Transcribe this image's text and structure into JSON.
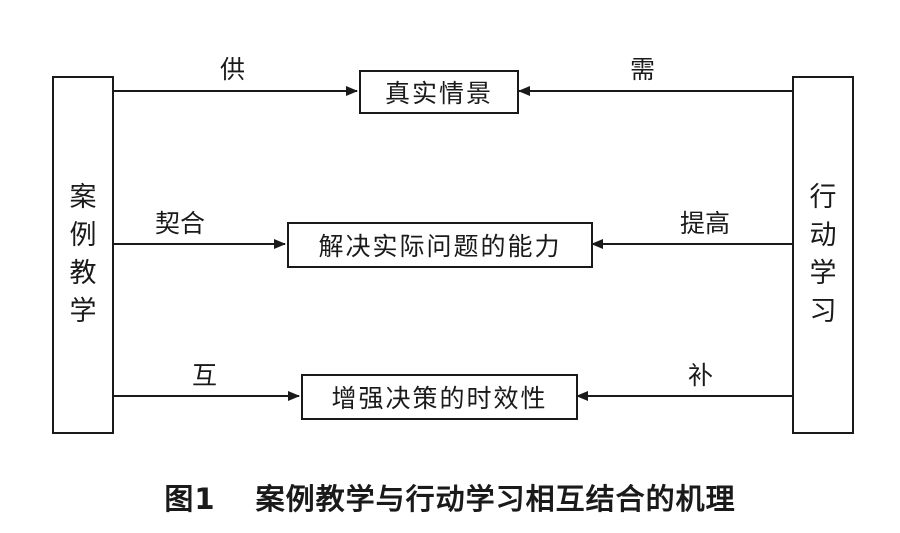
{
  "diagram": {
    "left_box": {
      "label": "案例教学"
    },
    "right_box": {
      "label": "行动学习"
    },
    "center_boxes": [
      {
        "label": "真实情景",
        "left_edge_label": "供",
        "right_edge_label": "需"
      },
      {
        "label": "解决实际问题的能力",
        "left_edge_label": "契合",
        "right_edge_label": "提高"
      },
      {
        "label": "增强决策的时效性",
        "left_edge_label": "互",
        "right_edge_label": "补"
      }
    ],
    "line_color": "#1a1a1a"
  },
  "caption": {
    "number": "图1",
    "text": "案例教学与行动学习相互结合的机理"
  }
}
